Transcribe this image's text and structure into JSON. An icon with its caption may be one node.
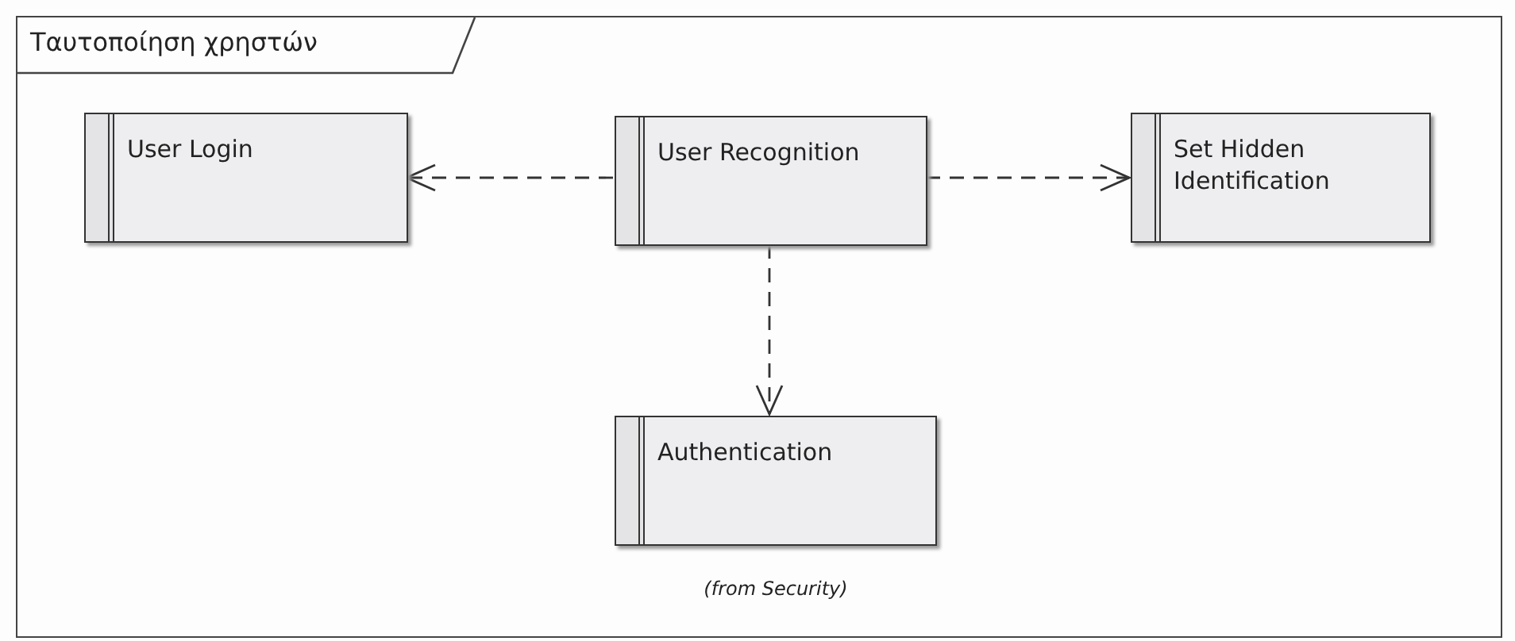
{
  "diagram": {
    "nodes": [
      {
        "text": [
          "Ταυτοποίηση χρηστών"
        ]
      },
      {
        "text": [
          "User Login"
        ],
        "in": 0
      },
      {
        "text": [
          "User Recognition"
        ],
        "in": 0
      },
      {
        "text": [
          "Set Hidden Identification"
        ],
        "in": 0
      },
      {
        "text": [
          "Authentication"
        ],
        "in": 0,
        "beside": [
          "(from Security)"
        ]
      }
    ],
    "edges": [
      {
        "from": 2,
        "to": 1,
        "arrow": "to",
        "style": "dashed"
      },
      {
        "from": 2,
        "to": 3,
        "arrow": "to",
        "style": "dashed"
      },
      {
        "from": 2,
        "to": 4,
        "arrow": "to",
        "style": "dashed"
      }
    ]
  }
}
